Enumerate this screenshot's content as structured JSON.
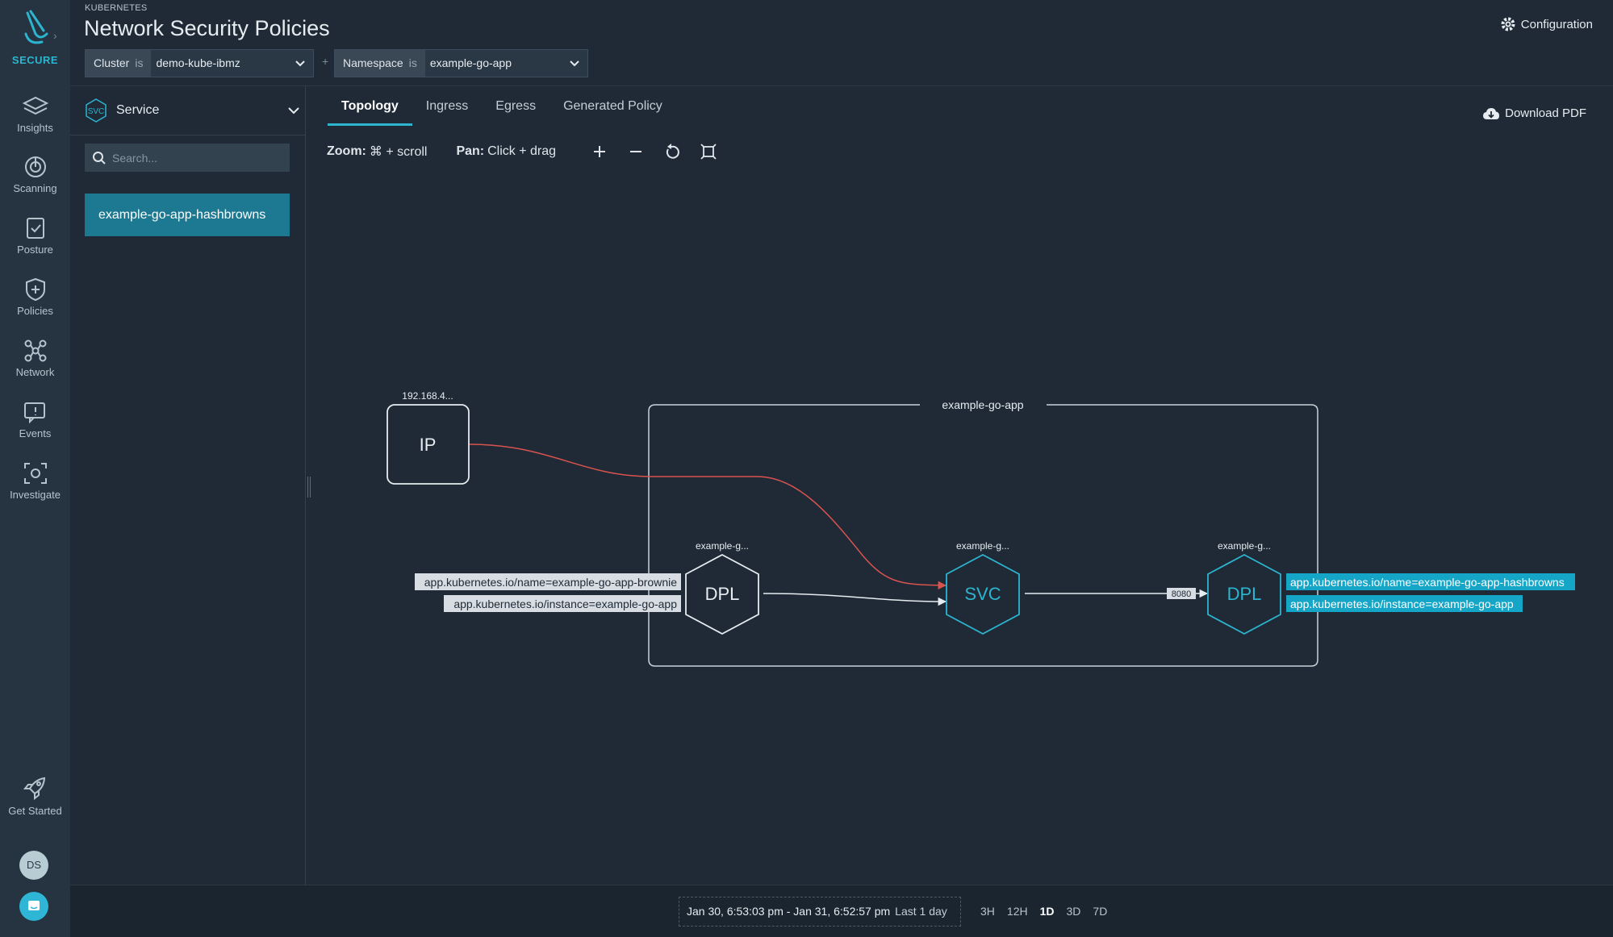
{
  "brand": {
    "label": "SECURE",
    "icon": "secure-logo-icon"
  },
  "nav": [
    {
      "label": "Insights",
      "icon": "layers-icon"
    },
    {
      "label": "Scanning",
      "icon": "gauge-icon"
    },
    {
      "label": "Posture",
      "icon": "clipboard-icon"
    },
    {
      "label": "Policies",
      "icon": "shield-plus-icon"
    },
    {
      "label": "Network",
      "icon": "network-nodes-icon"
    },
    {
      "label": "Events",
      "icon": "events-icon"
    },
    {
      "label": "Investigate",
      "icon": "investigate-icon"
    }
  ],
  "get_started": {
    "label": "Get Started",
    "icon": "rocket-icon"
  },
  "user": {
    "initials": "DS"
  },
  "header": {
    "kicker": "KUBERNETES",
    "title": "Network Security Policies",
    "configuration_label": "Configuration"
  },
  "filters": {
    "cluster": {
      "key": "Cluster",
      "op": "is",
      "value": "demo-kube-ibmz"
    },
    "separator": "+",
    "namespace": {
      "key": "Namespace",
      "op": "is",
      "value": "example-go-app"
    }
  },
  "panel": {
    "type_badge": "SVC",
    "type_label": "Service",
    "search_placeholder": "Search...",
    "items": [
      "example-go-app-hashbrowns"
    ]
  },
  "tabs": [
    "Topology",
    "Ingress",
    "Egress",
    "Generated Policy"
  ],
  "active_tab": "Topology",
  "download_label": "Download PDF",
  "toolbar": {
    "zoom_label": "Zoom:",
    "zoom_hint": "⌘ + scroll",
    "pan_label": "Pan:",
    "pan_hint": "Click + drag"
  },
  "topology": {
    "namespace_box": "example-go-app",
    "ip_node": {
      "caption": "192.168.4...",
      "text": "IP"
    },
    "deployment_source": {
      "caption": "example-g...",
      "text": "DPL",
      "labels": [
        "app.kubernetes.io/name=example-go-app-brownie",
        "app.kubernetes.io/instance=example-go-app"
      ]
    },
    "service": {
      "caption": "example-g...",
      "text": "SVC"
    },
    "deployment_target": {
      "caption": "example-g...",
      "text": "DPL",
      "labels": [
        "app.kubernetes.io/name=example-go-app-hashbrowns",
        "app.kubernetes.io/instance=example-go-app"
      ]
    },
    "port": "8080",
    "colors": {
      "accent": "#2db4cf",
      "denied_edge": "#d9534f",
      "node_stroke": "#e6ecf0"
    }
  },
  "footer": {
    "range": "Jan 30, 6:53:03 pm - Jan 31, 6:52:57 pm",
    "range_hint": "Last 1 day",
    "presets": [
      "3H",
      "12H",
      "1D",
      "3D",
      "7D"
    ],
    "active_preset": "1D"
  }
}
